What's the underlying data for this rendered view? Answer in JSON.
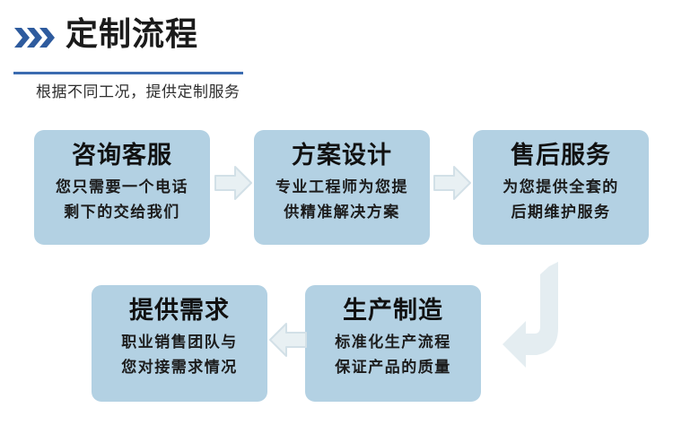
{
  "header": {
    "icon": "triple-chevron-right-icon",
    "title": "定制流程",
    "subtitle": "根据不同工况，提供定制服务",
    "accent_color": "#3b6cb0",
    "rule_color": "#3b6cb0"
  },
  "theme": {
    "card_bg": "#b3d1e3",
    "arrow_fill": "#e4edf1",
    "arrow_stroke": "#d2e0e7",
    "page_bg": "#ffffff",
    "title_color": "#1b1b1b"
  },
  "steps": [
    {
      "id": "consult-service",
      "title": "咨询客服",
      "lines": [
        "您只需要一个电话",
        "剩下的交给我们"
      ]
    },
    {
      "id": "plan-design",
      "title": "方案设计",
      "lines": [
        "专业工程师为您提",
        "供精准解决方案"
      ]
    },
    {
      "id": "after-sales-service",
      "title": "售后服务",
      "lines": [
        "为您提供全套的",
        "后期维护服务"
      ]
    },
    {
      "id": "provide-requirement",
      "title": "提供需求",
      "lines": [
        "职业销售团队与",
        "您对接需求情况"
      ]
    },
    {
      "id": "production-manufacture",
      "title": "生产制造",
      "lines": [
        "标准化生产流程",
        "保证产品的质量"
      ]
    }
  ],
  "connectors": [
    {
      "id": "arrow-step1-to-step2",
      "icon": "arrow-right-icon",
      "direction": "right"
    },
    {
      "id": "arrow-step2-to-step3",
      "icon": "arrow-right-icon",
      "direction": "right"
    },
    {
      "id": "arrow-step5-to-step4",
      "icon": "arrow-left-icon",
      "direction": "left"
    },
    {
      "id": "arrow-step3-to-step5",
      "icon": "arrow-bend-down-left-icon",
      "direction": "down-left"
    }
  ]
}
